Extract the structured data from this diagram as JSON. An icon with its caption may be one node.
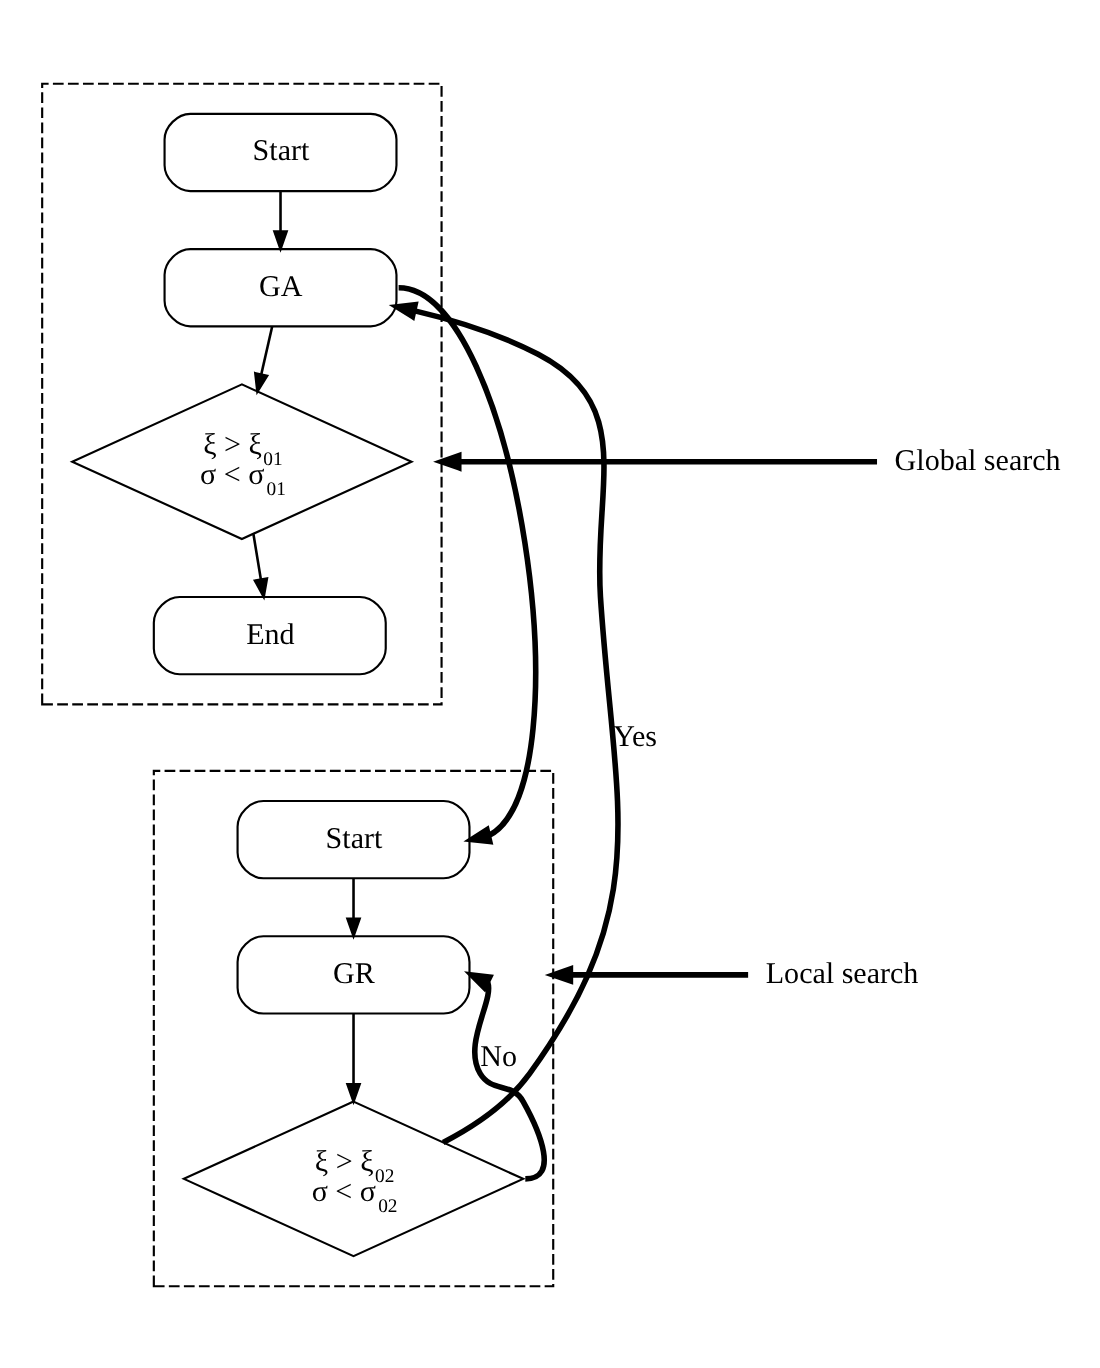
{
  "diagram": {
    "nodes": [
      {
        "text": [],
        "shape": "box"
      },
      {
        "text": [
          "Start"
        ],
        "in": 0
      },
      {
        "text": [
          "GA"
        ],
        "in": 0
      },
      {
        "text": [
          "ξ > ξ$_{01}$",
          "σ < σ$_{01}$"
        ],
        "in": 0
      },
      {
        "text": [
          "End"
        ],
        "in": 0
      },
      {
        "text": [],
        "shape": "box"
      },
      {
        "text": [
          "Start"
        ],
        "in": 5
      },
      {
        "text": [
          "GR"
        ],
        "in": 5
      },
      {
        "text": [
          "ξ > ξ$_{02}$",
          "σ < σ$_{02}$"
        ],
        "in": 5
      },
      {
        "text": [
          "Global search"
        ]
      },
      {
        "text": [
          "Local search"
        ]
      }
    ],
    "edges": [
      {
        "from": 1,
        "to": 2,
        "arrow": "to"
      },
      {
        "from": 2,
        "to": 3,
        "arrow": "to"
      },
      {
        "from": 3,
        "to": 4,
        "arrow": "to"
      },
      {
        "from": 2,
        "to": 6,
        "arrow": "to",
        "style": "thick"
      },
      {
        "from": 6,
        "to": 7,
        "arrow": "to"
      },
      {
        "from": 7,
        "to": 8,
        "arrow": "to"
      },
      {
        "from": 8,
        "to": 7,
        "arrow": "to",
        "label": "No",
        "style": "thick"
      },
      {
        "from": 8,
        "to": 2,
        "arrow": "to",
        "label": "Yes",
        "style": "thick"
      },
      {
        "from": 9,
        "to": 0,
        "arrow": "to",
        "style": "thick"
      },
      {
        "from": 10,
        "to": 5,
        "arrow": "to",
        "style": "thick"
      }
    ]
  }
}
